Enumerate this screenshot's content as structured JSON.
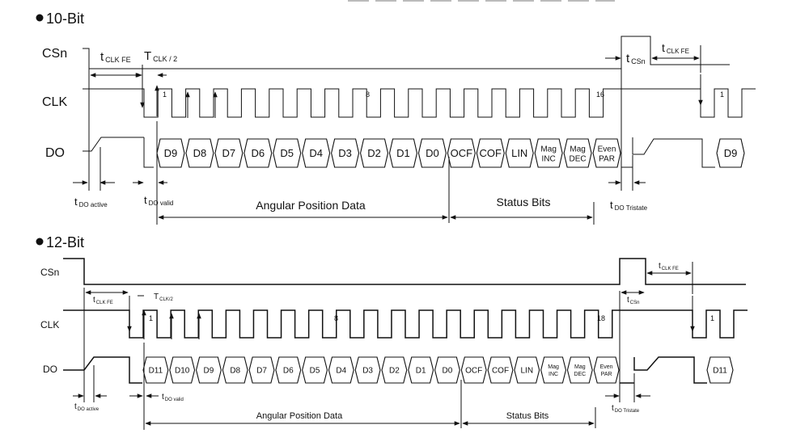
{
  "section_10bit": {
    "title": "10-Bit",
    "signals": {
      "csn": "CSn",
      "clk": "CLK",
      "do": "DO"
    },
    "timing": {
      "t_clk_fe": [
        "t",
        "CLK FE"
      ],
      "t_clk_half": [
        "T",
        "CLK / 2"
      ],
      "t_csn": [
        "t",
        "CSn"
      ],
      "t_clk_fe_right": [
        "t",
        "CLK FE"
      ],
      "t_do_active": [
        "t",
        "DO active"
      ],
      "t_do_valid": [
        "t",
        "DO valid"
      ],
      "t_do_tristate": [
        "t",
        "DO Tristate"
      ]
    },
    "clk_labels": [
      "1",
      "8",
      "16"
    ],
    "clk_label_after": "1",
    "cells": [
      [
        "D9"
      ],
      [
        "D8"
      ],
      [
        "D7"
      ],
      [
        "D6"
      ],
      [
        "D5"
      ],
      [
        "D4"
      ],
      [
        "D3"
      ],
      [
        "D2"
      ],
      [
        "D1"
      ],
      [
        "D0"
      ],
      [
        "OCF"
      ],
      [
        "COF"
      ],
      [
        "LIN"
      ],
      [
        "Mag",
        "INC"
      ],
      [
        "Mag",
        "DEC"
      ],
      [
        "Even",
        "PAR"
      ]
    ],
    "cell_after": "D9",
    "brackets": [
      "Angular Position Data",
      "Status Bits"
    ]
  },
  "section_12bit": {
    "title": "12-Bit",
    "signals": {
      "csn": "CSn",
      "clk": "CLK",
      "do": "DO"
    },
    "timing": {
      "t_clk_fe": [
        "t",
        "CLK FE"
      ],
      "t_clk_half": [
        "T",
        "CLK/2"
      ],
      "t_csn": [
        "t",
        "CSn"
      ],
      "t_clk_fe_right": [
        "t",
        "CLK FE"
      ],
      "t_do_active": [
        "t",
        "DO active"
      ],
      "t_do_valid": [
        "t",
        "DO valid"
      ],
      "t_do_tristate": [
        "t",
        "DO Tristate"
      ]
    },
    "clk_labels": [
      "1",
      "8",
      "18"
    ],
    "clk_label_after": "1",
    "cells": [
      [
        "D11"
      ],
      [
        "D10"
      ],
      [
        "D9"
      ],
      [
        "D8"
      ],
      [
        "D7"
      ],
      [
        "D6"
      ],
      [
        "D5"
      ],
      [
        "D4"
      ],
      [
        "D3"
      ],
      [
        "D2"
      ],
      [
        "D1"
      ],
      [
        "D0"
      ],
      [
        "OCF"
      ],
      [
        "COF"
      ],
      [
        "LIN"
      ],
      [
        "Mag",
        "INC"
      ],
      [
        "Mag",
        "DEC"
      ],
      [
        "Even",
        "PAR"
      ]
    ],
    "cell_after": "D11",
    "brackets": [
      "Angular Position Data",
      "Status Bits"
    ]
  }
}
